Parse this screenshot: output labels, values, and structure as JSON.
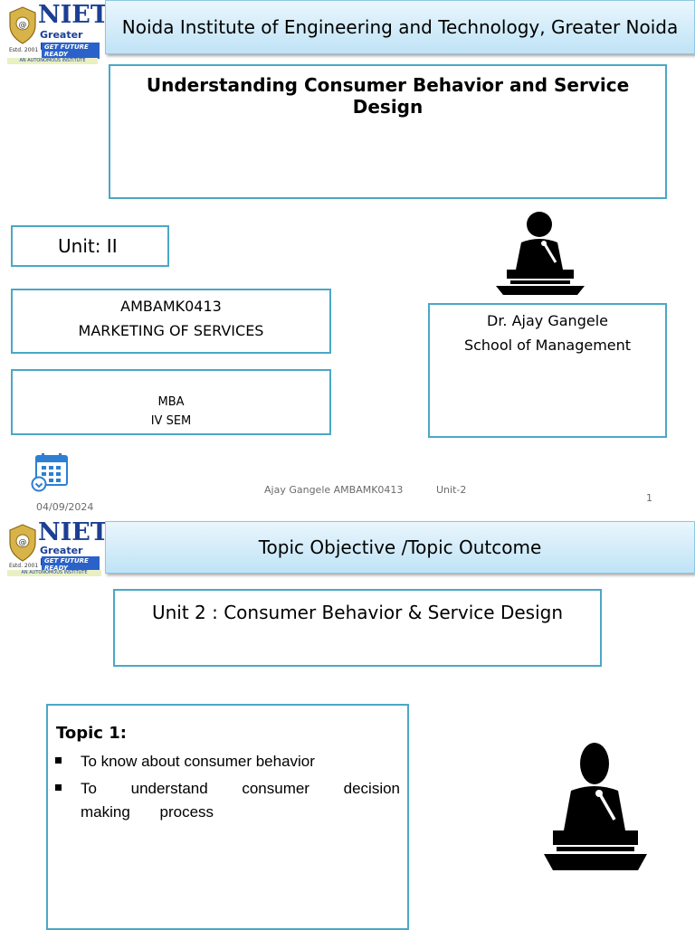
{
  "slide1": {
    "logo": {
      "name": "NIET",
      "sub": "Greater Noida",
      "tag": "GET FUTURE READY",
      "footer": "AN AUTONOMOUS INSTITUTE",
      "estd": "Estd. 2001"
    },
    "header_title": "Noida Institute of Engineering and Technology, Greater Noida",
    "course_title": "Understanding Consumer Behavior and Service Design",
    "unit_label": "Unit: II",
    "course_code": "AMBAMK0413",
    "course_name": "MARKETING OF SERVICES",
    "program": "MBA",
    "semester": "IV SEM",
    "instructor_name": "Dr. Ajay Gangele",
    "instructor_school": "School of Management",
    "footer_date": "04/09/2024",
    "footer_author": "Ajay Gangele AMBAMK0413",
    "footer_unit": "Unit-2",
    "page_number": "1"
  },
  "slide2": {
    "logo": {
      "name": "NIET",
      "sub": "Greater Noida",
      "tag": "GET FUTURE READY",
      "footer": "AN AUTONOMOUS INSTITUTE",
      "estd": "Estd. 2001"
    },
    "header_title": "Topic Objective /Topic Outcome",
    "unit_title": "Unit 2 : Consumer Behavior & Service Design",
    "topic_heading": "Topic 1:",
    "bullets": [
      "To know about consumer behavior",
      "To understand consumer decision making process"
    ]
  },
  "colors": {
    "accent_border": "#4aa8c6",
    "header_bg": "#bfe3f6",
    "logo_blue": "#1c3f94",
    "logo_tag": "#2a62c9"
  },
  "icons": [
    "calendar-icon",
    "speaker-at-podium-icon"
  ]
}
